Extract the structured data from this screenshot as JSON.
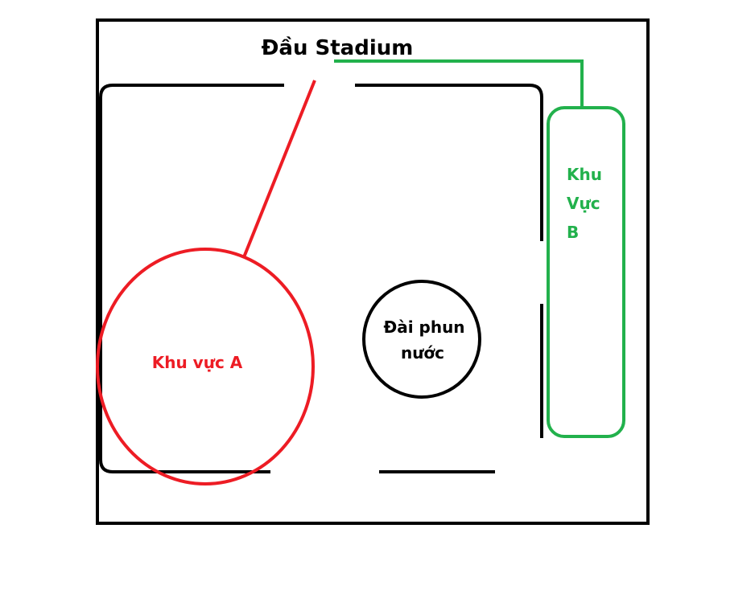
{
  "title": "Đầu Stadium",
  "zone_a": {
    "label": "Khu vực A",
    "color": "#ED1C24"
  },
  "fountain": {
    "line1": "Đài phun",
    "line2": "nước",
    "color": "#000000"
  },
  "zone_b": {
    "line1": "Khu",
    "line2": "Vực",
    "line3": "B",
    "color": "#22B14C"
  }
}
